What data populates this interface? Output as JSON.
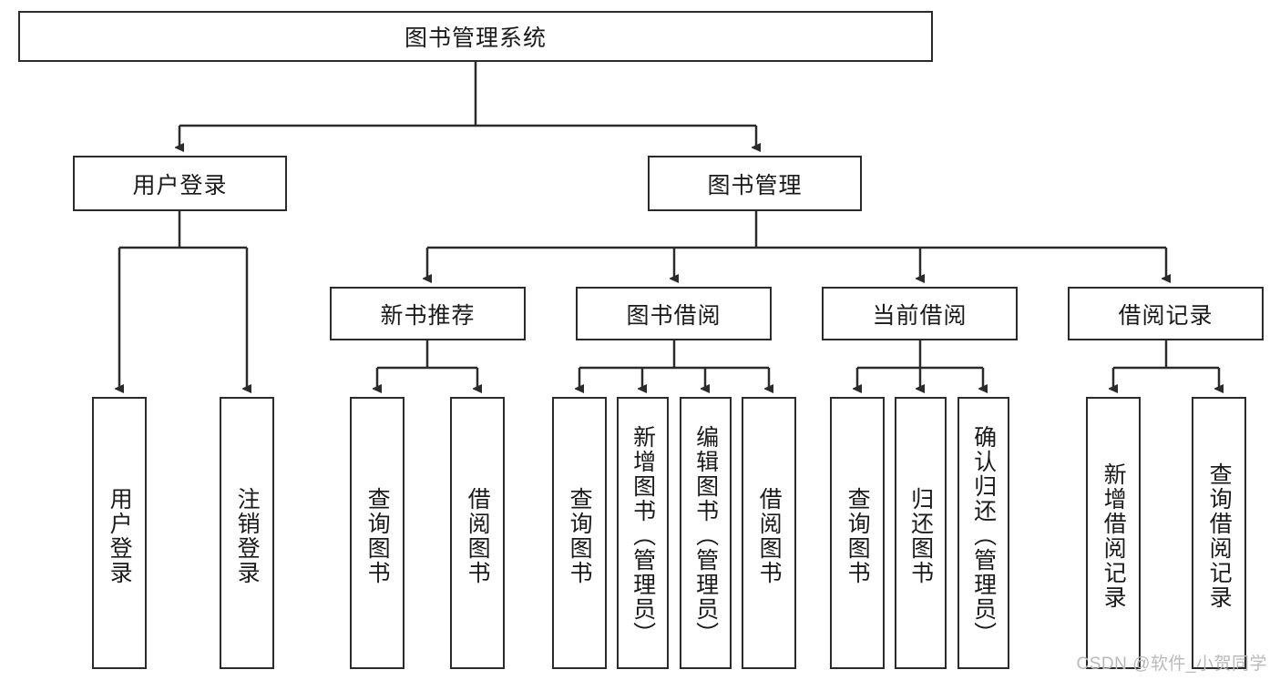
{
  "diagram": {
    "title": "图书管理系统",
    "type": "tree",
    "root": {
      "id": "root",
      "label": "图书管理系统"
    },
    "level1": [
      {
        "id": "user-login",
        "label": "用户登录"
      },
      {
        "id": "book-manage",
        "label": "图书管理"
      }
    ],
    "level2": [
      {
        "id": "new-book-rec",
        "label": "新书推荐",
        "parent": "book-manage"
      },
      {
        "id": "book-borrow",
        "label": "图书借阅",
        "parent": "book-manage"
      },
      {
        "id": "current-borrow",
        "label": "当前借阅",
        "parent": "book-manage"
      },
      {
        "id": "borrow-record",
        "label": "借阅记录",
        "parent": "book-manage"
      }
    ],
    "leaves": [
      {
        "id": "leaf-user-login",
        "label": "用户登录",
        "parent": "user-login"
      },
      {
        "id": "leaf-logout",
        "label": "注销登录",
        "parent": "user-login"
      },
      {
        "id": "leaf-query-book-1",
        "label": "查询图书",
        "parent": "new-book-rec"
      },
      {
        "id": "leaf-borrow-book-1",
        "label": "借阅图书",
        "parent": "new-book-rec"
      },
      {
        "id": "leaf-query-book-2",
        "label": "查询图书",
        "parent": "book-borrow"
      },
      {
        "id": "leaf-add-book",
        "label": "新增图书（管理员）",
        "parent": "book-borrow"
      },
      {
        "id": "leaf-edit-book",
        "label": "编辑图书（管理员）",
        "parent": "book-borrow"
      },
      {
        "id": "leaf-borrow-book-2",
        "label": "借阅图书",
        "parent": "book-borrow"
      },
      {
        "id": "leaf-query-book-3",
        "label": "查询图书",
        "parent": "current-borrow"
      },
      {
        "id": "leaf-return-book",
        "label": "归还图书",
        "parent": "current-borrow"
      },
      {
        "id": "leaf-confirm-return",
        "label": "确认归还（管理员）",
        "parent": "current-borrow"
      },
      {
        "id": "leaf-add-record",
        "label": "新增借阅记录",
        "parent": "borrow-record"
      },
      {
        "id": "leaf-query-record",
        "label": "查询借阅记录",
        "parent": "borrow-record"
      }
    ],
    "colors": {
      "stroke": "#2b2b2b",
      "fill": "#ffffff",
      "text": "#1a1a1a",
      "watermark": "#b9b9b9"
    }
  },
  "watermark": {
    "text": "CSDN @软件_小贺同学"
  }
}
